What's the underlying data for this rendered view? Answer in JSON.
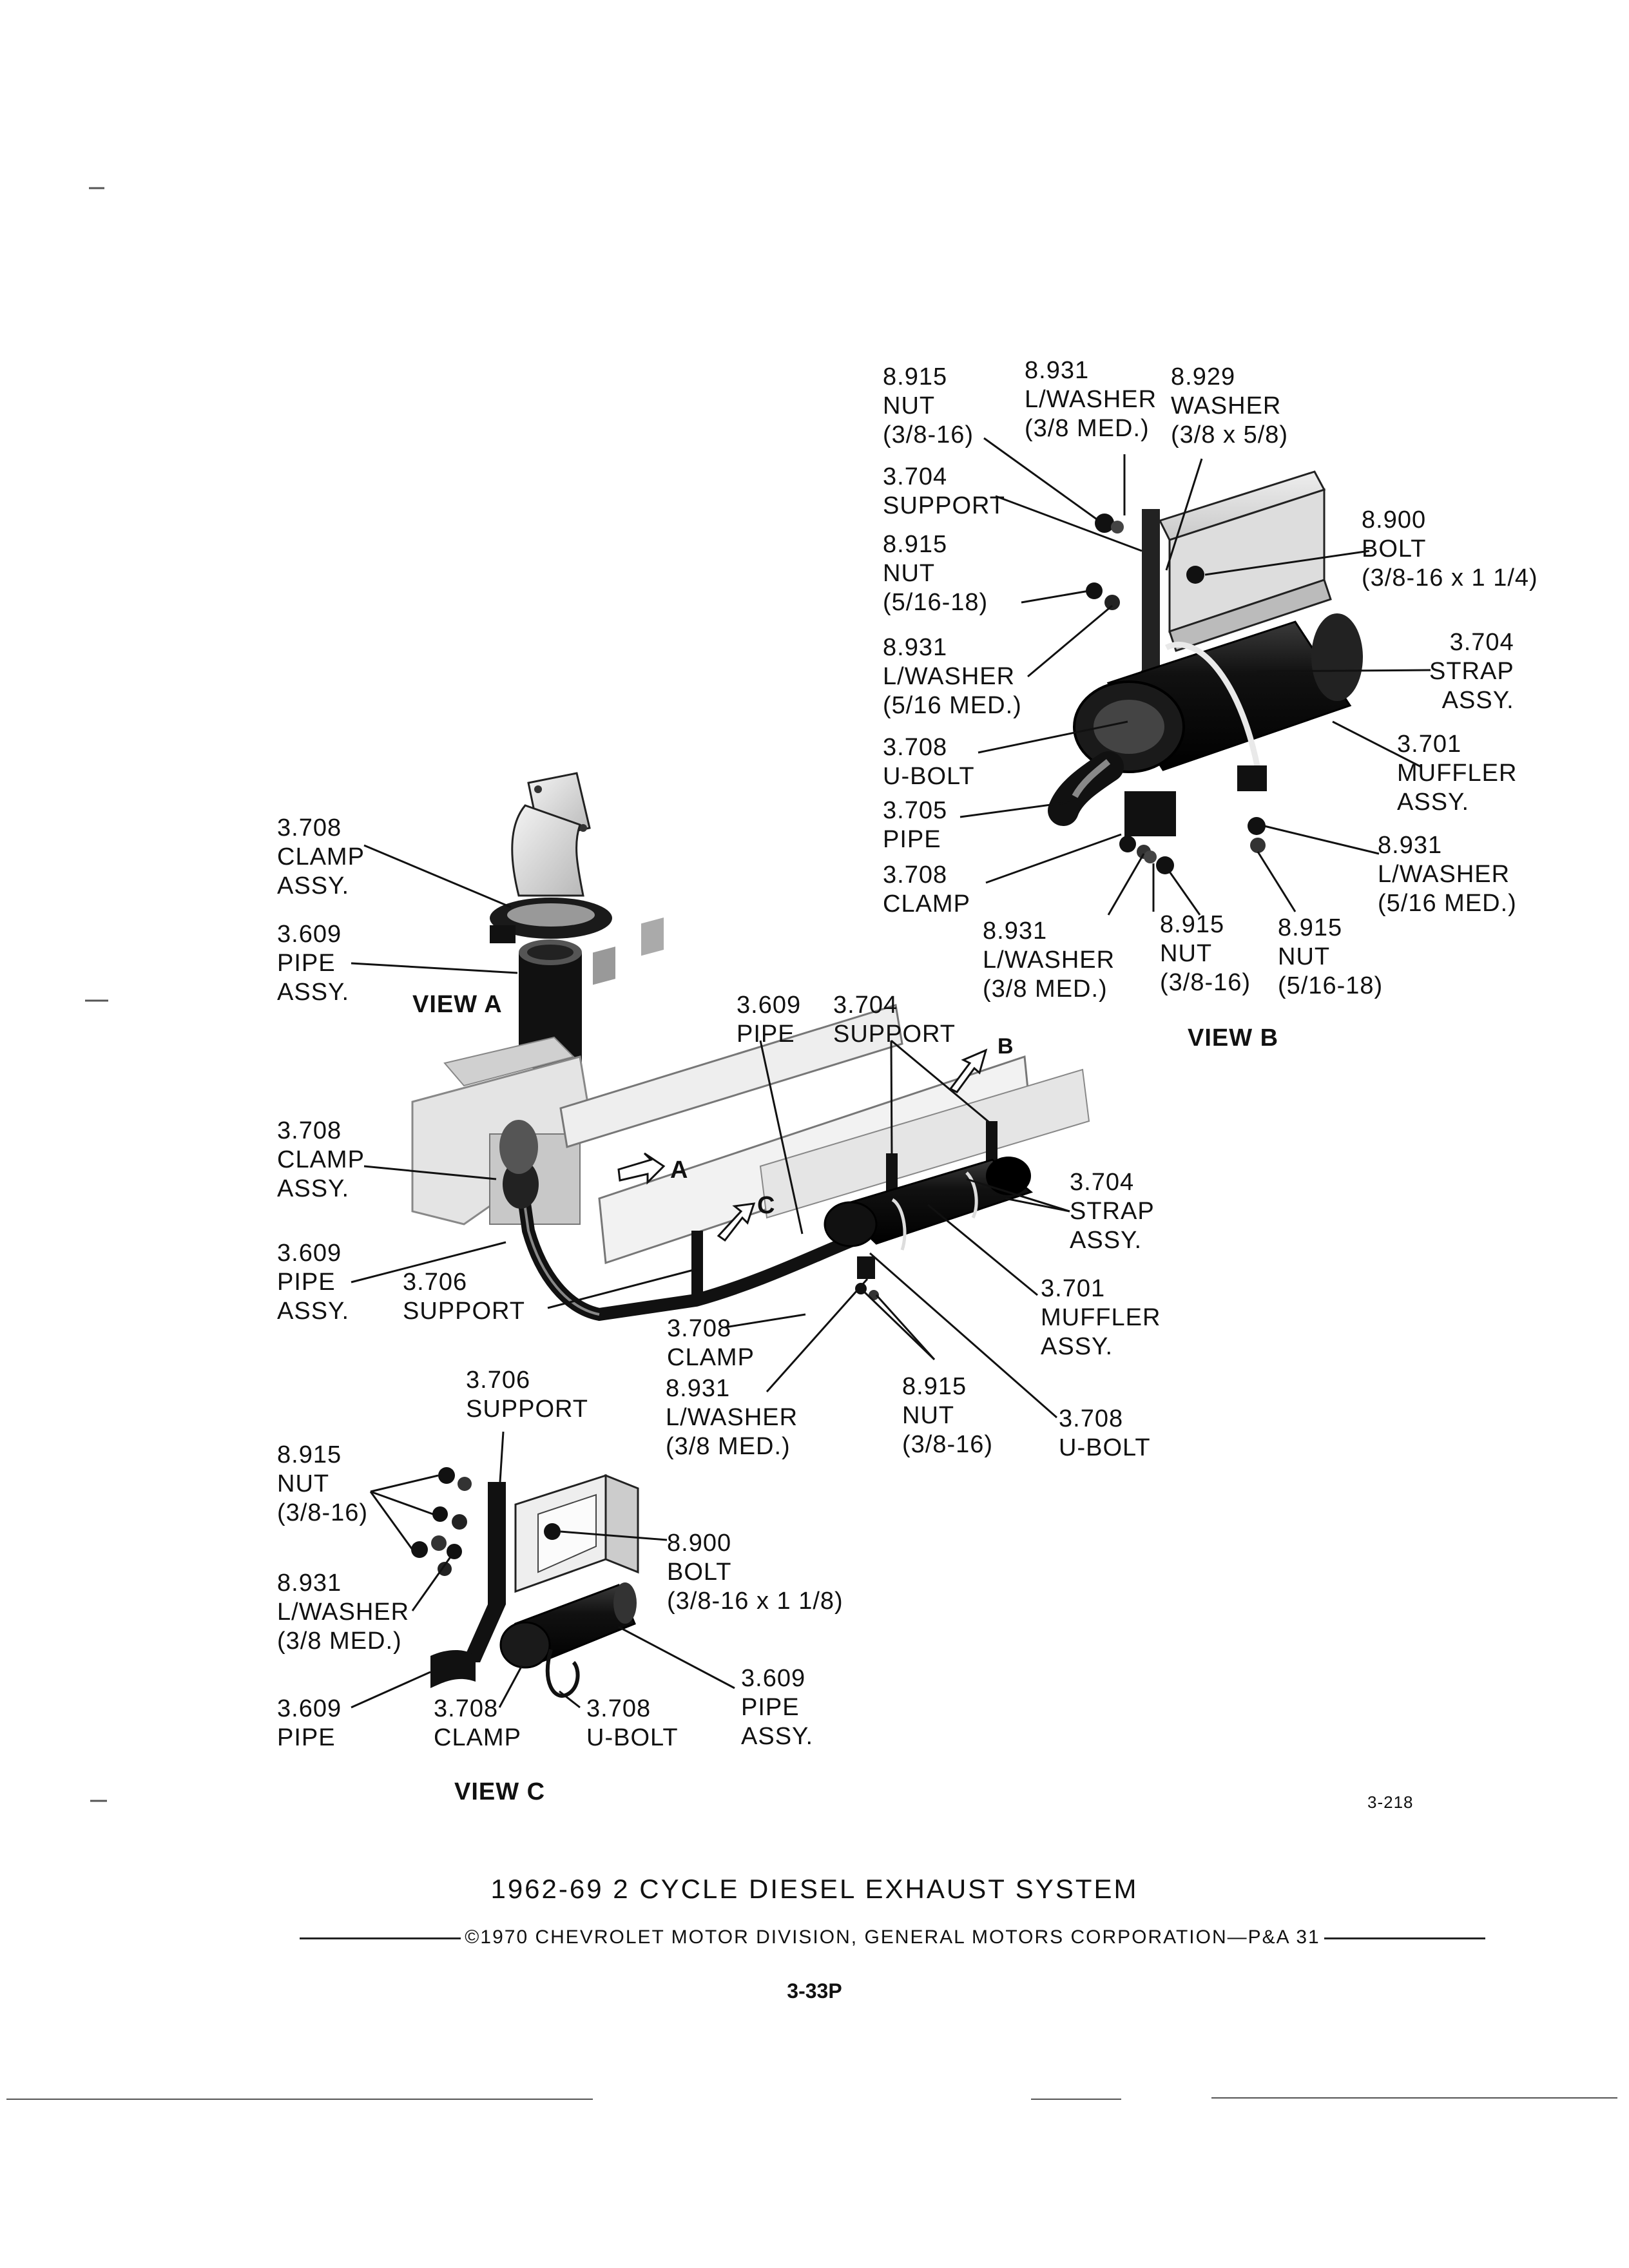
{
  "title": "1962-69 2 CYCLE DIESEL EXHAUST SYSTEM",
  "copyright": "©1970 CHEVROLET MOTOR DIVISION, GENERAL MOTORS CORPORATION—P&A 31",
  "page_number": "3-33P",
  "figure_id": "3-218",
  "views": {
    "a": "VIEW A",
    "b": "VIEW B",
    "c": "VIEW C"
  },
  "ref_letters": {
    "a": "A",
    "b": "B",
    "c": "C"
  },
  "labels": {
    "b_nut_top": [
      "8.915",
      "NUT",
      "(3/8-16)"
    ],
    "b_lwasher_top": [
      "8.931",
      "L/WASHER",
      "(3/8 MED.)"
    ],
    "b_washer": [
      "8.929",
      "WASHER",
      "(3/8 x 5/8)"
    ],
    "b_support": [
      "3.704",
      "SUPPORT"
    ],
    "b_bolt": [
      "8.900",
      "BOLT",
      "(3/8-16 x 1 1/4)"
    ],
    "b_nut_mid": [
      "8.915",
      "NUT",
      "(5/16-18)"
    ],
    "b_lwasher_mid": [
      "8.931",
      "L/WASHER",
      "(5/16 MED.)"
    ],
    "b_strap": [
      "3.704",
      "STRAP",
      "ASSY."
    ],
    "b_ubolt": [
      "3.708",
      "U-BOLT"
    ],
    "b_muffler": [
      "3.701",
      "MUFFLER",
      "ASSY."
    ],
    "b_pipe": [
      "3.705",
      "PIPE"
    ],
    "b_clamp": [
      "3.708",
      "CLAMP"
    ],
    "b_lwasher_right": [
      "8.931",
      "L/WASHER",
      "(5/16 MED.)"
    ],
    "b_lwasher_bot": [
      "8.931",
      "L/WASHER",
      "(3/8 MED.)"
    ],
    "b_nut_bot": [
      "8.915",
      "NUT",
      "(3/8-16)"
    ],
    "b_nut_bot2": [
      "8.915",
      "NUT",
      "(5/16-18)"
    ],
    "a_clamp": [
      "3.708",
      "CLAMP",
      "ASSY."
    ],
    "a_pipe": [
      "3.609",
      "PIPE",
      "ASSY."
    ],
    "m_pipe_top": [
      "3.609",
      "PIPE"
    ],
    "m_support_top": [
      "3.704",
      "SUPPORT"
    ],
    "m_clamp": [
      "3.708",
      "CLAMP",
      "ASSY."
    ],
    "m_strap": [
      "3.704",
      "STRAP",
      "ASSY."
    ],
    "m_pipe_left": [
      "3.609",
      "PIPE",
      "ASSY."
    ],
    "m_support_mid": [
      "3.706",
      "SUPPORT"
    ],
    "m_muffler": [
      "3.701",
      "MUFFLER",
      "ASSY."
    ],
    "m_clamp_bot": [
      "3.708",
      "CLAMP"
    ],
    "m_lwasher": [
      "8.931",
      "L/WASHER",
      "(3/8 MED.)"
    ],
    "m_nut": [
      "8.915",
      "NUT",
      "(3/8-16)"
    ],
    "m_ubolt": [
      "3.708",
      "U-BOLT"
    ],
    "c_support": [
      "3.706",
      "SUPPORT"
    ],
    "c_nut": [
      "8.915",
      "NUT",
      "(3/8-16)"
    ],
    "c_bolt": [
      "8.900",
      "BOLT",
      "(3/8-16 x 1 1/8)"
    ],
    "c_lwasher": [
      "8.931",
      "L/WASHER",
      "(3/8 MED.)"
    ],
    "c_pipe_assy": [
      "3.609",
      "PIPE",
      "ASSY."
    ],
    "c_pipe": [
      "3.609",
      "PIPE"
    ],
    "c_clamp": [
      "3.708",
      "CLAMP"
    ],
    "c_ubolt": [
      "3.708",
      "U-BOLT"
    ]
  }
}
